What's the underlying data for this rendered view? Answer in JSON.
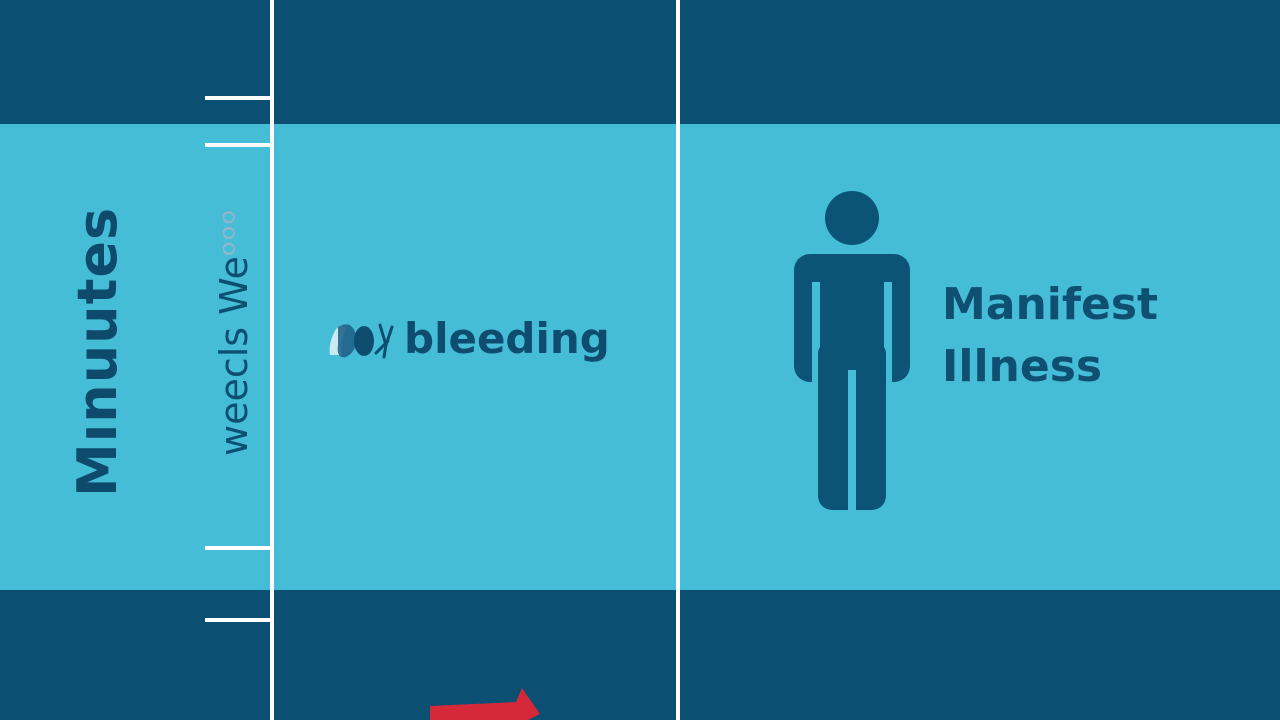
{
  "labels": {
    "minutes": "Mınuutes",
    "weeks_main": "weecls We",
    "weeks_faded": "ᵒᵒᵒ",
    "bleeding": "bleeding",
    "manifest_line1": "Manifest",
    "manifest_line2": "Illness"
  },
  "icons": {
    "person": "person-icon",
    "bleeding": "bleeding-icon",
    "arrow": "red-arrow-icon"
  },
  "colors": {
    "dark_band": "#0b4f73",
    "light_band": "#46bdd6",
    "text_dark": "#0f4d70",
    "accent_red": "#d5293a"
  }
}
